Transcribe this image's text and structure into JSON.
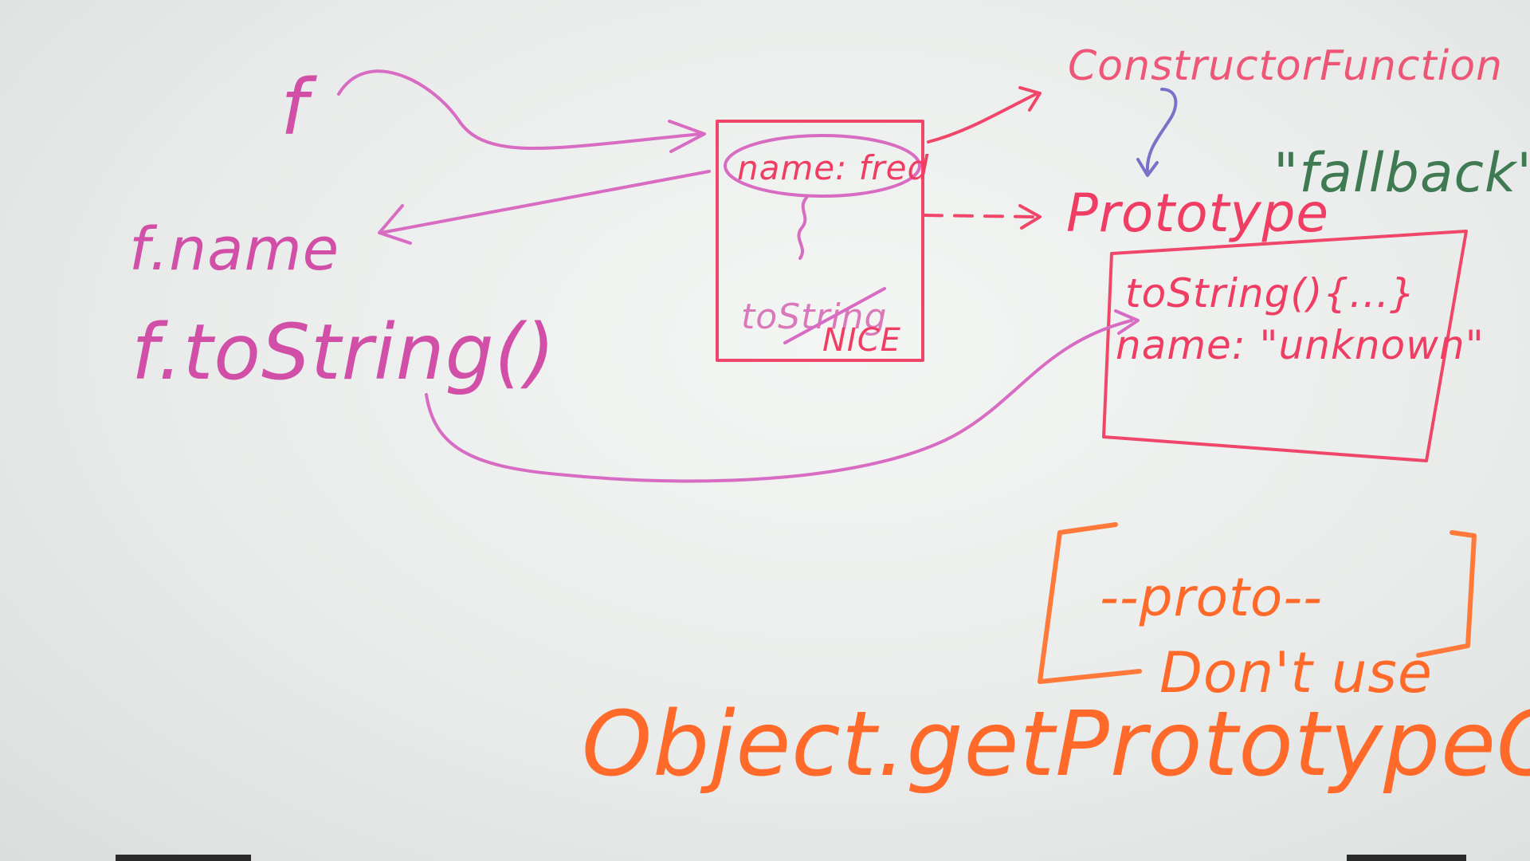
{
  "left": {
    "var_f": "f",
    "f_name": "f.name",
    "f_tostring": "f.toString()"
  },
  "object_box": {
    "name_prop": "name: fred",
    "method": "toString",
    "annotation": "NICE"
  },
  "right": {
    "constructor": "ConstructorFunction",
    "prototype_label": "Prototype",
    "fallback": "\"fallback\""
  },
  "prototype_box": {
    "tostring": "toString(){...}",
    "name_prop": "name: \"unknown\""
  },
  "bottom": {
    "proto": "--proto--",
    "dont_use": "Don't use",
    "api": "Object.getPrototypeOf(...)"
  }
}
